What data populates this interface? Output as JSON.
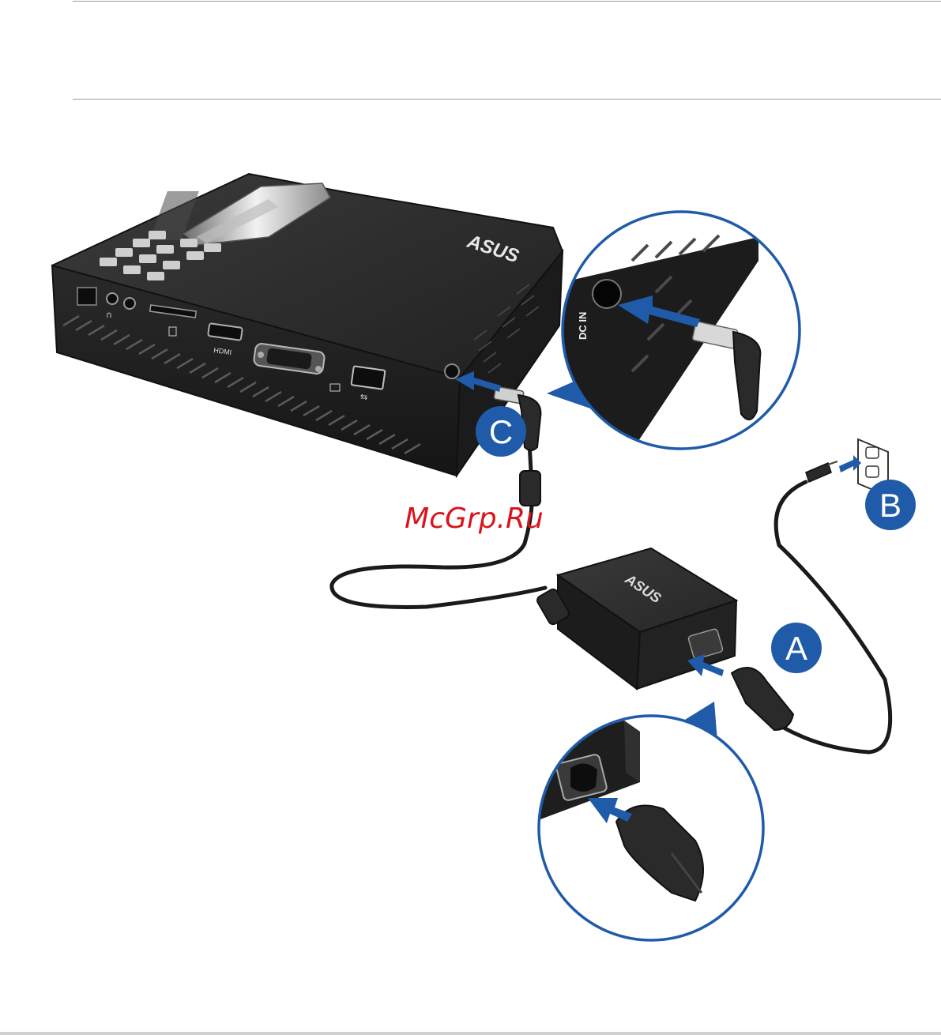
{
  "labels": {
    "step_a": "A",
    "step_b": "B",
    "step_c": "C"
  },
  "device": {
    "brand_logo": "ASUS",
    "port_labels": {
      "hdmi": "HDMI",
      "dc_in": "DC IN"
    }
  },
  "adapter": {
    "brand_logo": "ASUS"
  },
  "watermark": "McGrp.Ru",
  "colors": {
    "step_badge": "#1f5ba8",
    "arrow": "#1f5ba8",
    "callout_ring": "#1f5ba8",
    "device_body": "#2b2b2b"
  },
  "icons": [
    "headphone-icon",
    "card-reader-icon",
    "monitor-icon",
    "usb-icon",
    "power-outlet-icon"
  ]
}
